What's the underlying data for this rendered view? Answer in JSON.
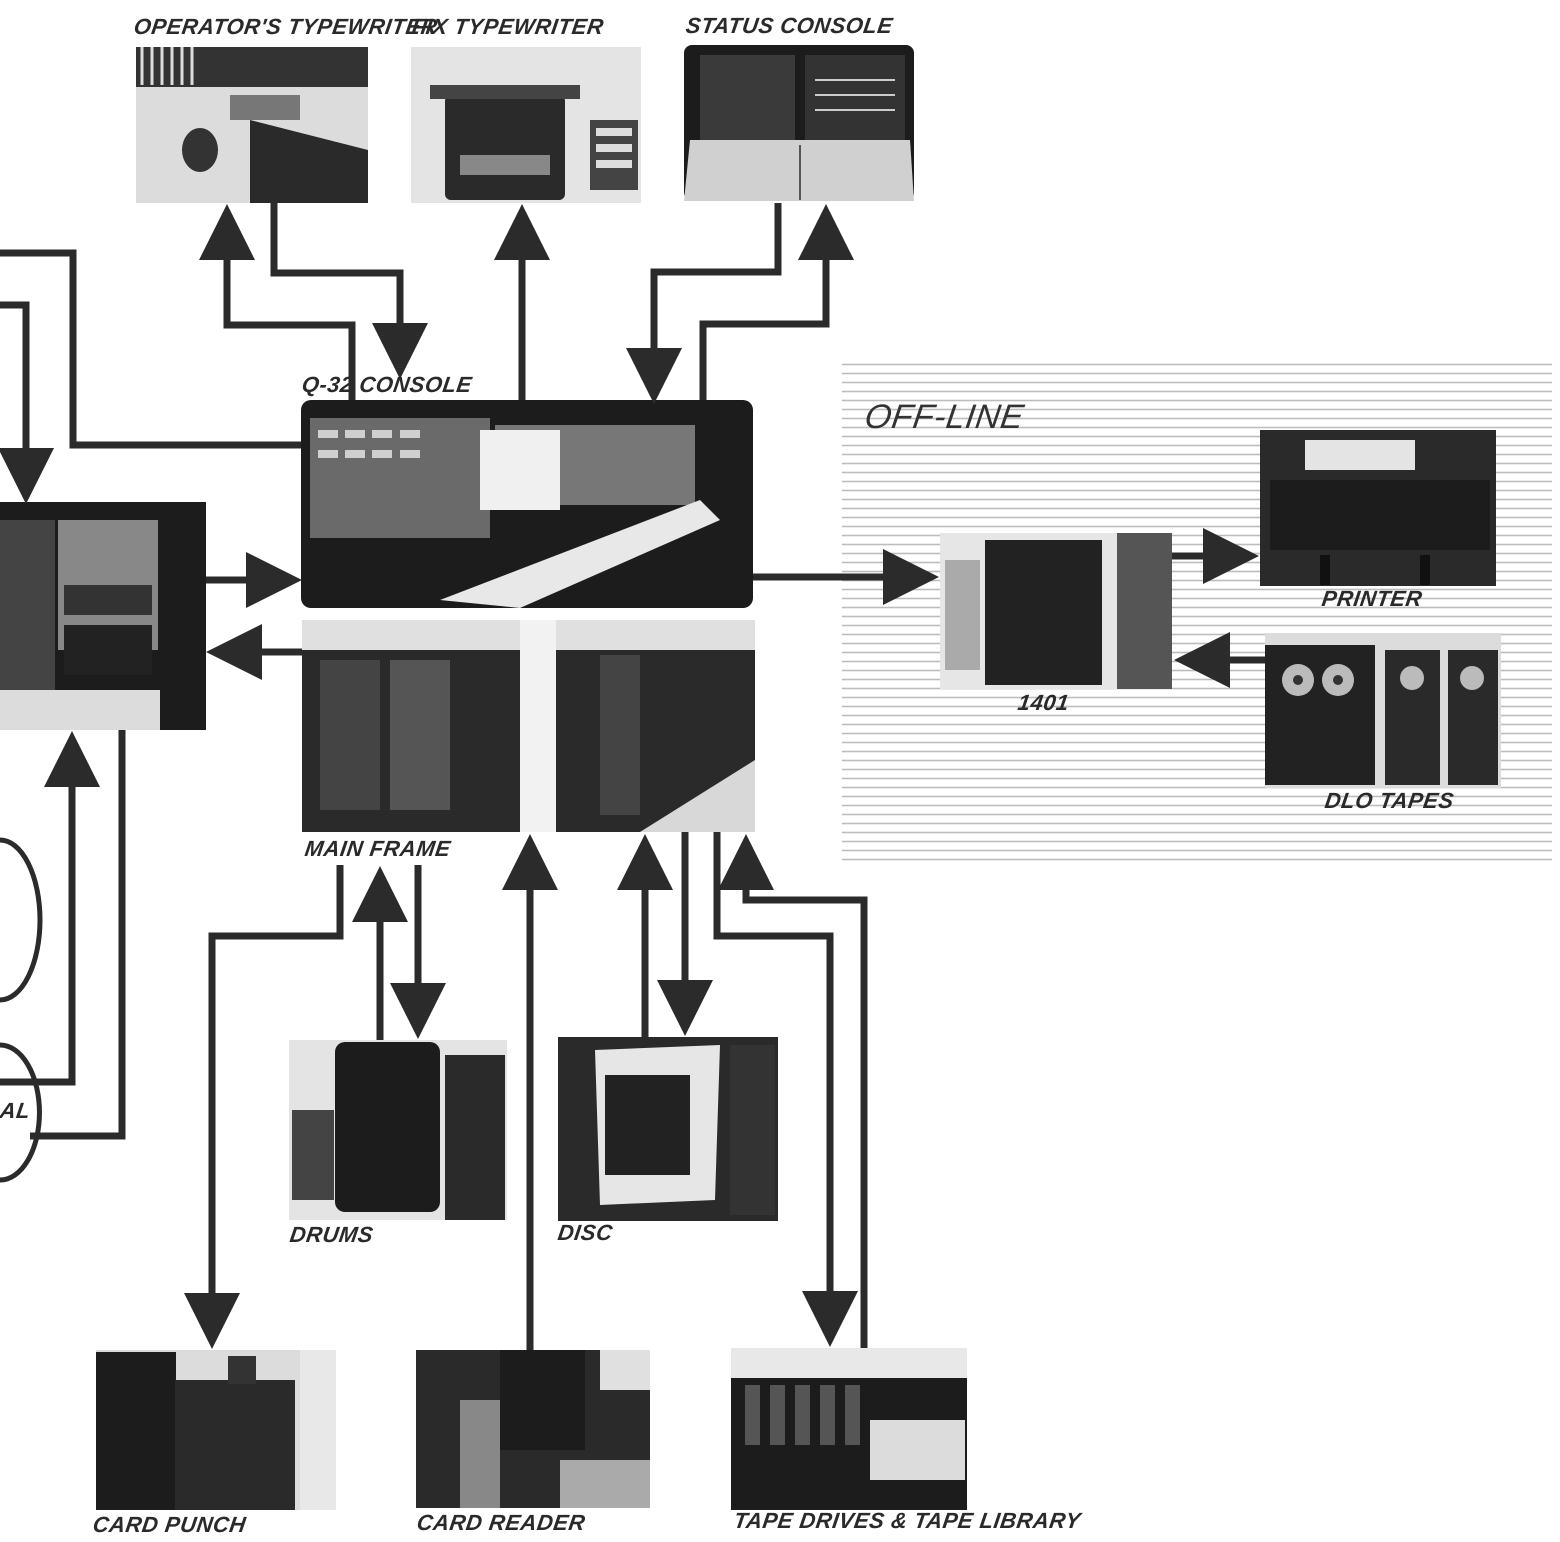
{
  "labels": {
    "operators_typewriter": "OPERATOR'S TYPEWRITER",
    "fix_typewriter": "FIX TYPEWRITER",
    "status_console": "STATUS CONSOLE",
    "q32_console": "Q-32 CONSOLE",
    "main_frame": "MAIN FRAME",
    "off_line": "OFF-LINE",
    "printer": "PRINTER",
    "unit_1401": "1401",
    "dlo_tapes": "DLO TAPES",
    "drums": "DRUMS",
    "disc": "DISC",
    "card_punch": "CARD PUNCH",
    "card_reader": "CARD READER",
    "tape_drives": "TAPE DRIVES & TAPE LIBRARY",
    "partial_circle_text": "AL"
  },
  "colors": {
    "line": "#2b2b2b",
    "photo_dark": "#1c1c1c",
    "photo_mid": "#6a6a6a",
    "photo_light": "#dcdcdc",
    "hatch": "#bdbdbd"
  }
}
